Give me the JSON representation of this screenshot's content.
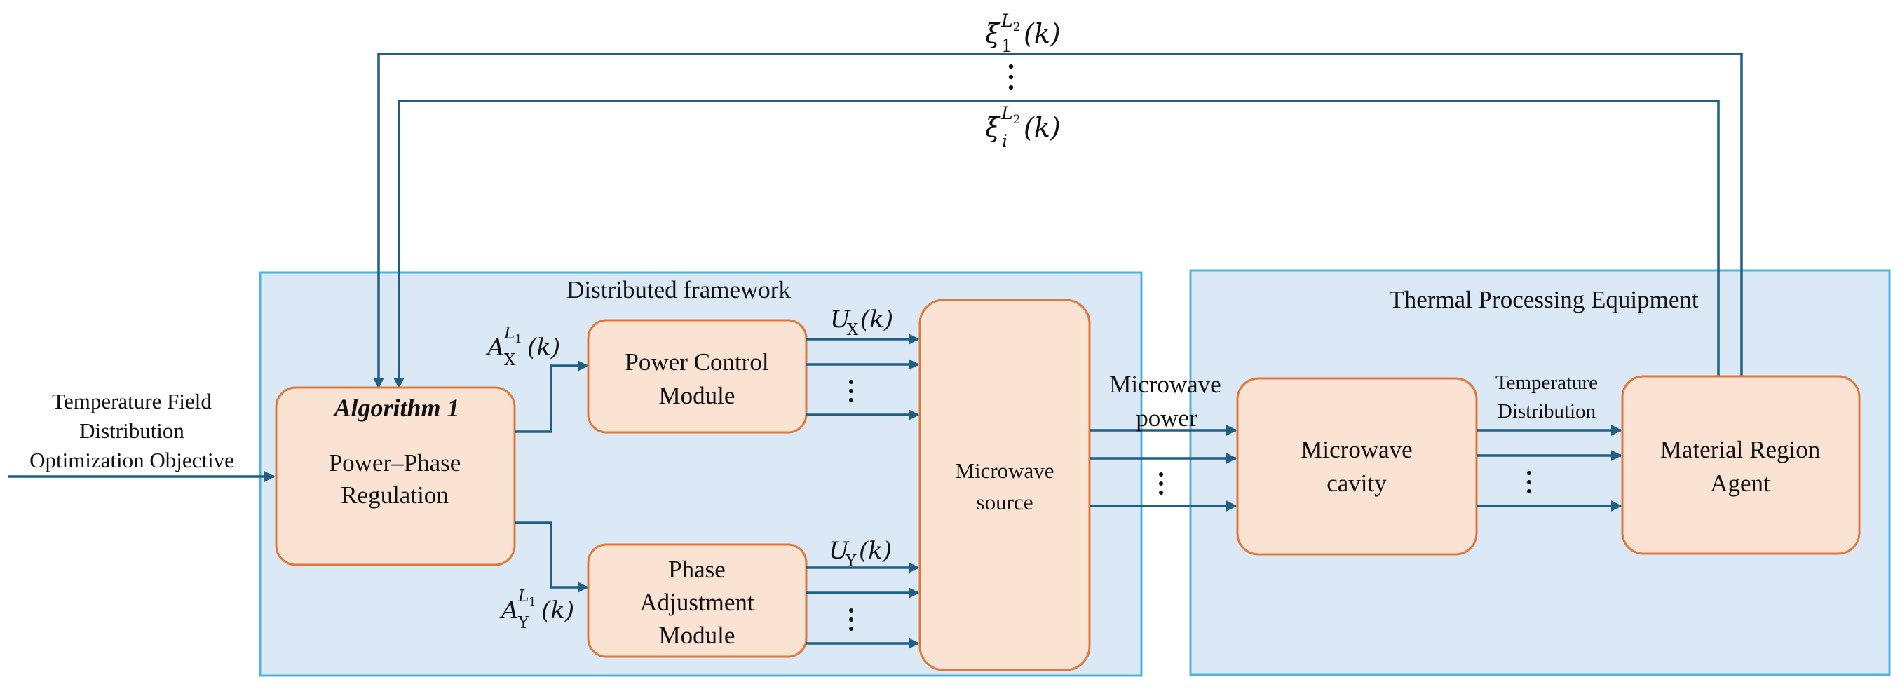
{
  "feedback": {
    "top_label": {
      "base": "ξ",
      "sub": "1",
      "sup_base": "L",
      "sup_sub": "2",
      "arg": "(k)"
    },
    "bottom_label": {
      "base": "ξ",
      "sub": "i",
      "sup_base": "L",
      "sup_sub": "2",
      "arg": "(k)"
    }
  },
  "input": {
    "line1": "Temperature Field",
    "line2": "Distribution",
    "line3": "Optimization Objective"
  },
  "frames": {
    "left_title": "Distributed framework",
    "right_title": "Thermal Processing Equipment"
  },
  "blocks": {
    "algorithm": {
      "title": "Algorithm 1",
      "line1": "Power–Phase",
      "line2": "Regulation"
    },
    "power_control": {
      "line1": "Power Control",
      "line2": "Module"
    },
    "phase_adjust": {
      "line1": "Phase",
      "line2": "Adjustment",
      "line3": "Module"
    },
    "microwave_source": {
      "line1": "Microwave",
      "line2": "source"
    },
    "microwave_cavity": {
      "line1": "Microwave",
      "line2": "cavity"
    },
    "agent": {
      "line1": "Material Region",
      "line2": "Agent"
    }
  },
  "signals": {
    "ax": {
      "base": "A",
      "sub": "X",
      "sup_base": "L",
      "sup_sub": "1",
      "arg": "(k)"
    },
    "ay": {
      "base": "A",
      "sub": "Y",
      "sup_base": "L",
      "sup_sub": "1",
      "arg": "(k)"
    },
    "ux": {
      "base": "U",
      "sub": "X",
      "arg": "(k)"
    },
    "uy": {
      "base": "U",
      "sub": "Y",
      "arg": "(k)"
    },
    "microwave_power": {
      "line1": "Microwave",
      "line2": "power"
    },
    "temperature_distribution": {
      "line1": "Temperature",
      "line2": "Distribution"
    }
  }
}
